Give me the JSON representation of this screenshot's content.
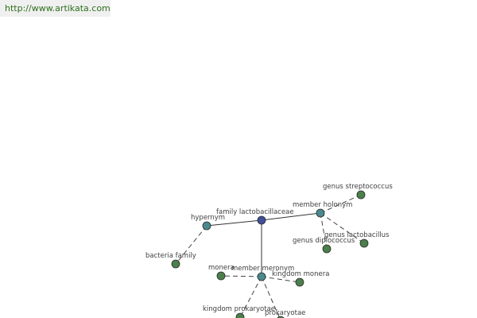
{
  "header": {
    "url_text": "http://www.artikata.com"
  },
  "colors": {
    "root": "#3f4f98",
    "relation": "#4a8a8e",
    "leaf": "#4b7f4b",
    "url_text": "#2e6f1c"
  },
  "graph": {
    "nodes": [
      {
        "id": "family-lactobacillaceae",
        "label": "family lactobacillaceae",
        "kind": "root"
      },
      {
        "id": "hypernym",
        "label": "hypernym",
        "kind": "relation"
      },
      {
        "id": "member-holonym",
        "label": "member holonym",
        "kind": "relation"
      },
      {
        "id": "member-meronym",
        "label": "member meronym",
        "kind": "relation"
      },
      {
        "id": "bacteria-family",
        "label": "bacteria family",
        "kind": "leaf"
      },
      {
        "id": "genus-streptococcus",
        "label": "genus streptococcus",
        "kind": "leaf"
      },
      {
        "id": "genus-diplococcus",
        "label": "genus diplococcus",
        "kind": "leaf"
      },
      {
        "id": "genus-lactobacillus",
        "label": "genus lactobacillus",
        "kind": "leaf"
      },
      {
        "id": "monera",
        "label": "monera",
        "kind": "leaf"
      },
      {
        "id": "kingdom-monera",
        "label": "kingdom monera",
        "kind": "leaf"
      },
      {
        "id": "kingdom-prokaryotae",
        "label": "kingdom prokaryotae",
        "kind": "leaf"
      },
      {
        "id": "prokaryotae",
        "label": "prokaryotae",
        "kind": "leaf"
      }
    ],
    "edges": [
      {
        "from": "family-lactobacillaceae",
        "to": "hypernym",
        "style": "solid"
      },
      {
        "from": "family-lactobacillaceae",
        "to": "member-holonym",
        "style": "solid"
      },
      {
        "from": "family-lactobacillaceae",
        "to": "member-meronym",
        "style": "solid"
      },
      {
        "from": "hypernym",
        "to": "bacteria-family",
        "style": "dashed"
      },
      {
        "from": "member-holonym",
        "to": "genus-streptococcus",
        "style": "dashed"
      },
      {
        "from": "member-holonym",
        "to": "genus-diplococcus",
        "style": "dashed"
      },
      {
        "from": "member-holonym",
        "to": "genus-lactobacillus",
        "style": "dashed"
      },
      {
        "from": "member-meronym",
        "to": "monera",
        "style": "dashed"
      },
      {
        "from": "member-meronym",
        "to": "kingdom-monera",
        "style": "dashed"
      },
      {
        "from": "member-meronym",
        "to": "kingdom-prokaryotae",
        "style": "dashed"
      },
      {
        "from": "member-meronym",
        "to": "prokaryotae",
        "style": "dashed"
      }
    ]
  }
}
